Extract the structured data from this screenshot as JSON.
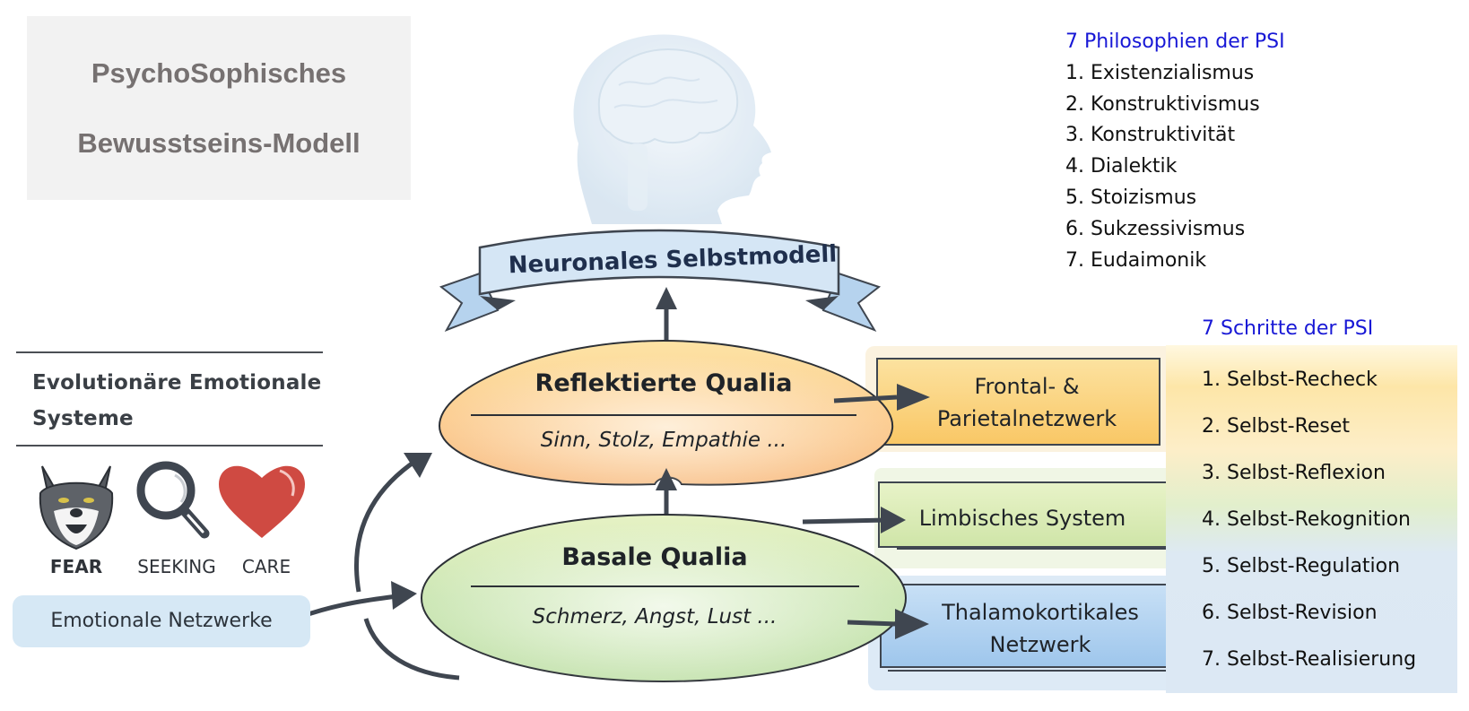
{
  "title": {
    "line1": "PsychoSophisches",
    "line2": "Bewusstseins-Modell"
  },
  "philosophies": {
    "heading": "7 Philosophien der PSI",
    "items": [
      "1. Existenzialismus",
      "2. Konstruktivismus",
      "3. Konstruktivität",
      "4. Dialektik",
      "5. Stoizismus",
      "6. Sukzessivismus",
      "7. Eudaimonik"
    ]
  },
  "steps": {
    "heading": "7 Schritte der PSI",
    "items": [
      "1. Selbst-Recheck",
      "2. Selbst-Reset",
      "3. Selbst-Reflexion",
      "4. Selbst-Rekognition",
      "5. Selbst-Regulation",
      "6. Selbst-Revision",
      "7. Selbst-Realisierung"
    ]
  },
  "emotional_systems": {
    "heading_line1": "Evolutionäre Emotionale",
    "heading_line2": "Systeme",
    "systems": [
      {
        "label": "FEAR",
        "icon": "wolf-icon"
      },
      {
        "label": "SEEKING",
        "icon": "magnifier-icon"
      },
      {
        "label": "CARE",
        "icon": "heart-icon"
      }
    ],
    "networks_label": "Emotionale Netzwerke"
  },
  "center": {
    "banner": "Neuronales Selbstmodell",
    "head_icon": "brain-head-icon",
    "reflected": {
      "title": "Reflektierte Qualia",
      "examples": "Sinn, Stolz, Empathie ..."
    },
    "basal": {
      "title": "Basale Qualia",
      "examples": "Schmerz, Angst, Lust ..."
    }
  },
  "networks": {
    "frontal_line1": "Frontal- &",
    "frontal_line2": "Parietalnetzwerk",
    "limbic": "Limbisches System",
    "thalamo_line1": "Thalamokortikales",
    "thalamo_line2": "Netzwerk"
  },
  "colors": {
    "heading_blue": "#1818d6",
    "reflected_fill": "#fbc98a",
    "basal_fill": "#cfe6b0",
    "frontal_fill": "#fcd47a",
    "limbic_fill": "#d8ebb0",
    "thalamo_fill": "#a9cdef",
    "banner_fill": "#c8def2",
    "arrow": "#3f4650"
  }
}
